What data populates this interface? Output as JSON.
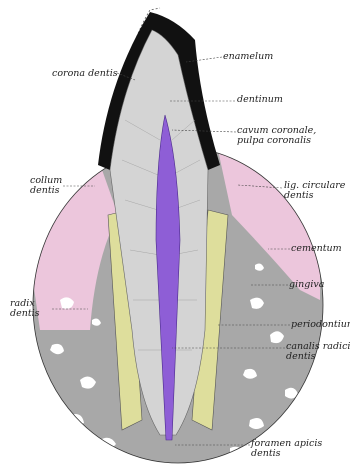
{
  "labels": {
    "corona_dentis": "corona dentis",
    "enamelum": "enamelum",
    "dentinum": "dentinum",
    "cavum_line1": "cavum coronale,",
    "cavum_line2": "pulpa coronalis",
    "collum_line1": "collum",
    "collum_line2": "dentis",
    "lig_line1": "lig. circulare",
    "lig_line2": "dentis",
    "cementum": "cementum",
    "gingiva": "gingiva",
    "radix_line1": "radix",
    "radix_line2": "dentis",
    "periodontium": "periodontium",
    "canalis_line1": "canalis radicis",
    "canalis_line2": "dentis",
    "foramen_line1": "foramen apicis",
    "foramen_line2": "dentis"
  },
  "colors": {
    "enamel": "#111111",
    "dentin": "#d4d4d4",
    "pulp": "#8e5ed6",
    "gingiva": "#ecc6dc",
    "bone": "#a8a8a8",
    "periodontal_fibers": "#dede9c"
  }
}
